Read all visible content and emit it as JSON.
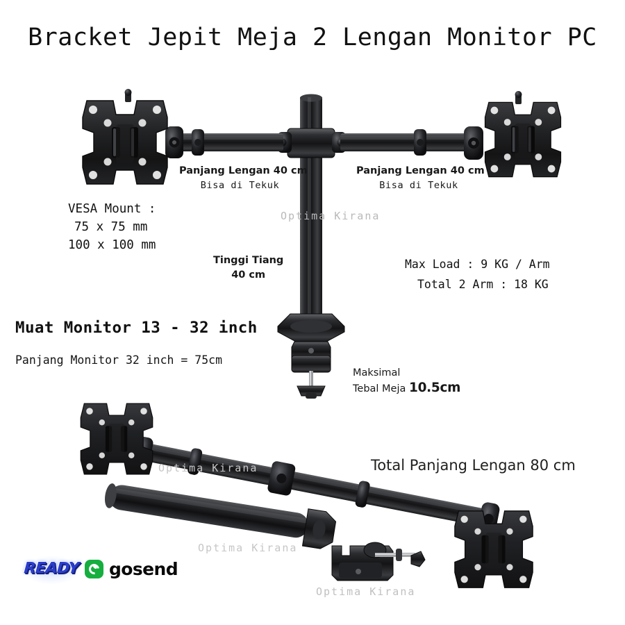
{
  "title": "Bracket Jepit Meja 2 Lengan Monitor PC",
  "labels": {
    "arm_left_line1": "Panjang Lengan 40 cm",
    "arm_left_line2": "Bisa di Tekuk",
    "arm_right_line1": "Panjang Lengan 40 cm",
    "arm_right_line2": "Bisa di Tekuk",
    "vesa_title": "VESA Mount :",
    "vesa_size1": "75 x 75 mm",
    "vesa_size2": "100 x 100 mm",
    "pole_line1": "Tinggi Tiang",
    "pole_line2": "40 cm",
    "max_load": "Max Load : 9 KG / Arm",
    "total_load": "Total 2 Arm : 18 KG",
    "monitor_size": "Muat Monitor 13 - 32 inch",
    "monitor_length": "Panjang Monitor 32 inch = 75cm",
    "desk_line1": "Maksimal",
    "desk_line2": "Tebal Meja",
    "desk_thickness": "10.5cm",
    "total_arm_length": "Total Panjang Lengan 80 cm"
  },
  "watermark": {
    "text": "Optima Kirana"
  },
  "badges": {
    "ready": "READY",
    "gosend": "gosend"
  },
  "colors": {
    "background": "#ffffff",
    "text": "#111111",
    "watermark": "#bdbdbd",
    "ready_blue": "#2b3ecb",
    "gosend_green": "#16ae3f"
  }
}
